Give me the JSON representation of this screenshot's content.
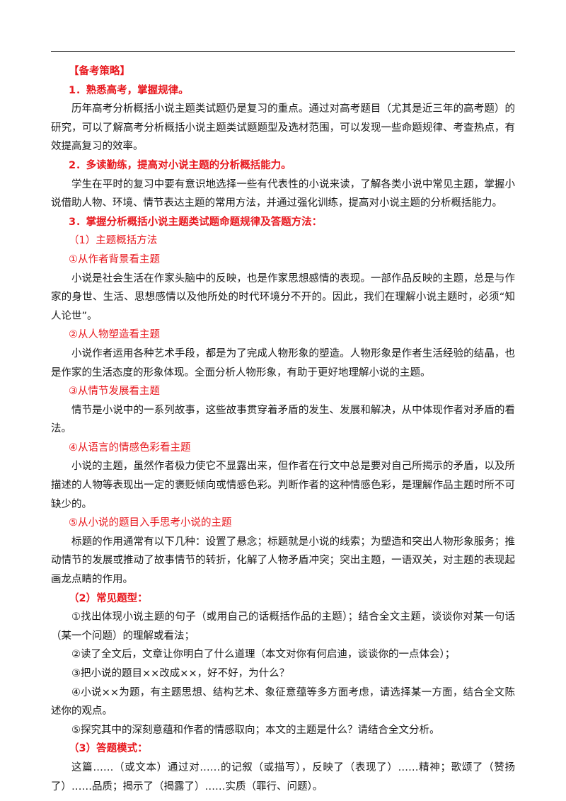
{
  "section_title": "【备考策略】",
  "point1_heading": "1．熟悉高考，掌握规律。",
  "point1_text": "历年高考分析概括小说主题类试题仍是复习的重点。通过对高考题目（尤其是近三年的高考题）的研究，可以了解高考分析概括小说主题类试题题型及选材范围，可以发现一些命题规律、考查热点，有效提高复习的效率。",
  "point2_heading": "2．多读勤练，提高对小说主题的分析概括能力。",
  "point2_text": "学生在平时的复习中要有意识地选择一些有代表性的小说来读，了解各类小说中常见主题，掌握小说借助人物、环境、情节表达主题的常用方法，并通过强化训练，提高对小说主题的分析概括能力。",
  "point3_heading": "3．掌握分析概括小说主题类试题命题规律及答题方法：",
  "sub1_heading": "（1）主题概括方法",
  "m1_heading": "①从作者背景看主题",
  "m1_text": "小说是社会生活在作家头脑中的反映，也是作家思想感情的表现。一部作品反映的主题，总是与作家的身世、生活、思想感情以及他所处的时代环境分不开的。因此，我们在理解小说主题时，必须“知人论世”。",
  "m2_heading": "②从人物塑造看主题",
  "m2_text": "小说作者运用各种艺术手段，都是为了完成人物形象的塑造。人物形象是作者生活经验的结晶，也是作家的生活态度的形象体现。全面分析人物形象，有助于更好地理解小说的主题。",
  "m3_heading": "③从情节发展看主题",
  "m3_text": "情节是小说中的一系列故事，这些故事贯穿着矛盾的发生、发展和解决，从中体现作者对矛盾的看法。",
  "m4_heading": "④从语言的情感色彩看主题",
  "m4_text": "小说的主题，虽然作者极力使它不显露出来，但作者在行文中总是要对自己所揭示的矛盾，以及所描述的人物等表现出一定的褒贬倾向或情感色彩。判断作者的这种情感色彩，是理解作品主题时所不可缺少的。",
  "m5_heading": "⑤从小说的题目入手思考小说的主题",
  "m5_text": "标题的作用通常有以下几种：设置了悬念；标题就是小说的线索；为塑造和突出人物形象服务；推动情节的发展或推动了故事情节的转折，化解了人物矛盾冲突；突出主题，一语双关，对主题的表现起画龙点睛的作用。",
  "sub2_heading": "（2）常见题型：",
  "q1": "①找出体现小说主题的句子（或用自己的话概括作品的主题）；结合全文主题，谈谈你对某一句话（某一个问题）的理解或看法；",
  "q2": "②读了全文后，文章让你明白了什么道理（本文对你有何启迪，谈谈你的一点体会）；",
  "q3": "③把小说的题目××改成××，好不好，为什么？",
  "q4": "④小说××为题，有主题思想、结构艺术、象征意蕴等多方面考虑，请选择某一方面，结合全文陈述你的观点。",
  "q5": "⑤探究其中的深刻意蕴和作者的情感取向；本文的主题是什么？请结合全文分析。",
  "sub3_heading": "（3）答题模式：",
  "answer_text": "这篇……（或文本）通过对……的记叙（或描写），反映了（表现了）……精神；歌颂了（赞扬了）……品质；揭示了（揭露了）……实质（罪行、问题）。",
  "accent_color": "#e8191f"
}
